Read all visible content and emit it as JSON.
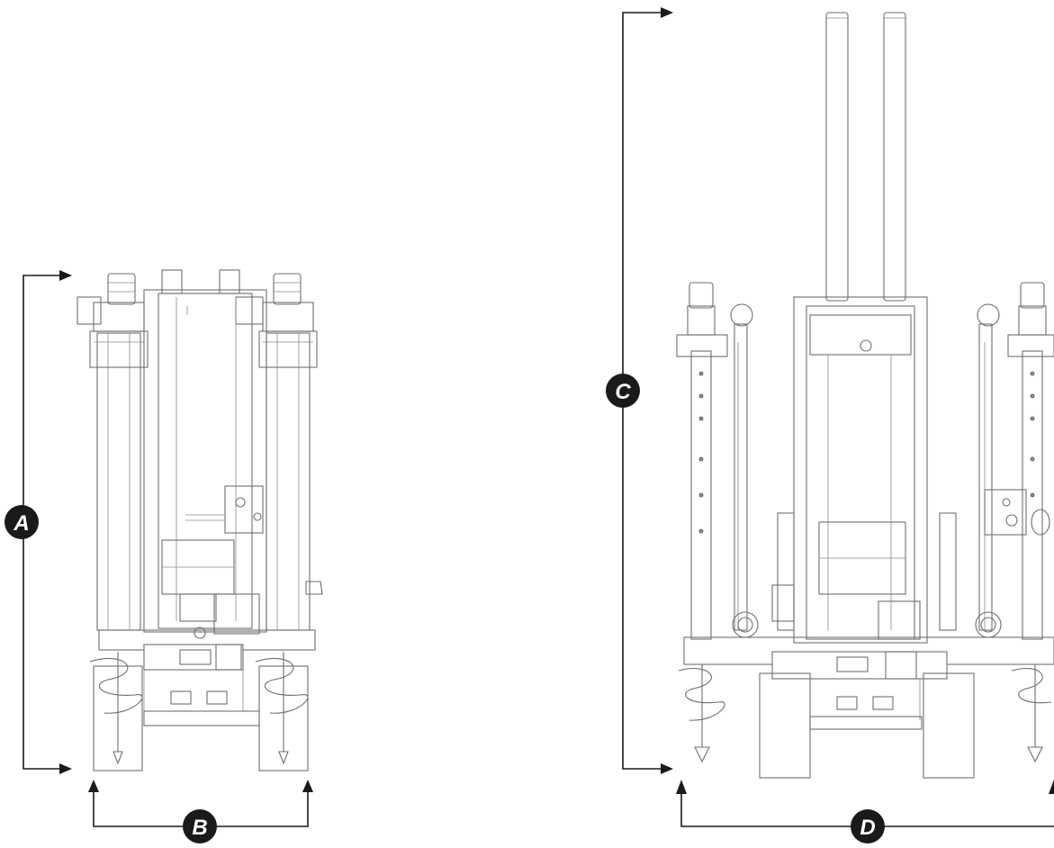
{
  "diagram": {
    "labels": {
      "a": "A",
      "b": "B",
      "c": "C",
      "d": "D"
    },
    "colors": {
      "line": "#1a1a1a",
      "machine": "#6e6e6e",
      "badge": "#1a1a1a",
      "badge_text": "#ffffff"
    }
  }
}
